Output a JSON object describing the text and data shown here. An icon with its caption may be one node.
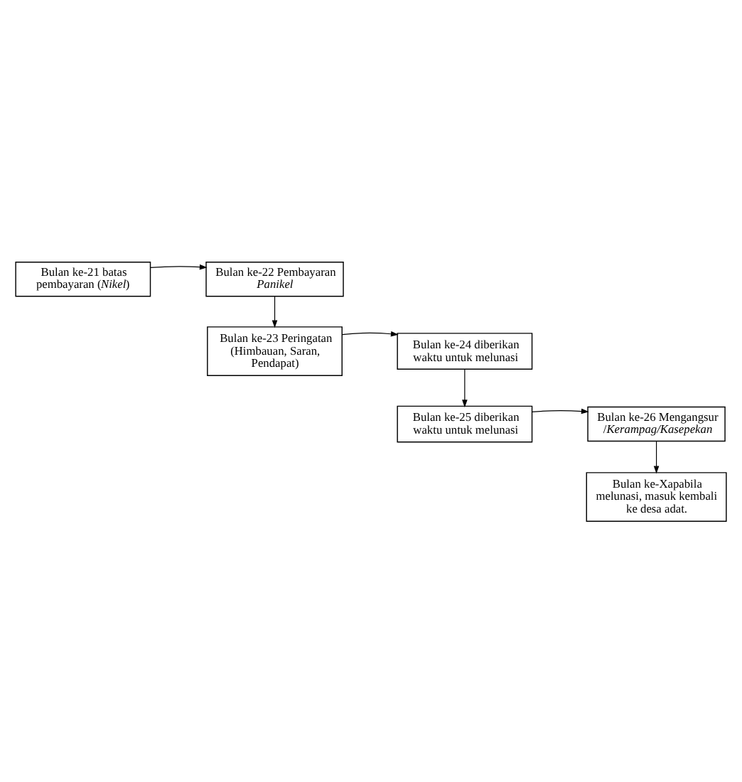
{
  "diagram": {
    "nodes": [
      {
        "text": [
          "Bulan ke-21 batas pembayaran (*Nikel*)"
        ]
      },
      {
        "text": [
          "Bulan ke-22 Pembayaran *Panikel*"
        ]
      },
      {
        "text": [
          "Bulan ke-23 Peringatan (Himbauan, Saran, Pendapat)"
        ]
      },
      {
        "text": [
          "Bulan ke-24 diberikan waktu untuk melunasi"
        ]
      },
      {
        "text": [
          "Bulan ke-25 diberikan waktu untuk melunasi"
        ]
      },
      {
        "text": [
          "Bulan ke-26 Mengangsur /*Kerampag/Kasepekan*"
        ]
      },
      {
        "text": [
          "Bulan ke-Xapabila melunasi, masuk kembali ke desa adat."
        ]
      }
    ],
    "edges": [
      {
        "from": 0,
        "to": 1,
        "arrow": "to"
      },
      {
        "from": 1,
        "to": 2,
        "arrow": "to"
      },
      {
        "from": 2,
        "to": 3,
        "arrow": "to"
      },
      {
        "from": 3,
        "to": 4,
        "arrow": "to"
      },
      {
        "from": 4,
        "to": 5,
        "arrow": "to"
      },
      {
        "from": 5,
        "to": 6,
        "arrow": "to"
      }
    ]
  }
}
